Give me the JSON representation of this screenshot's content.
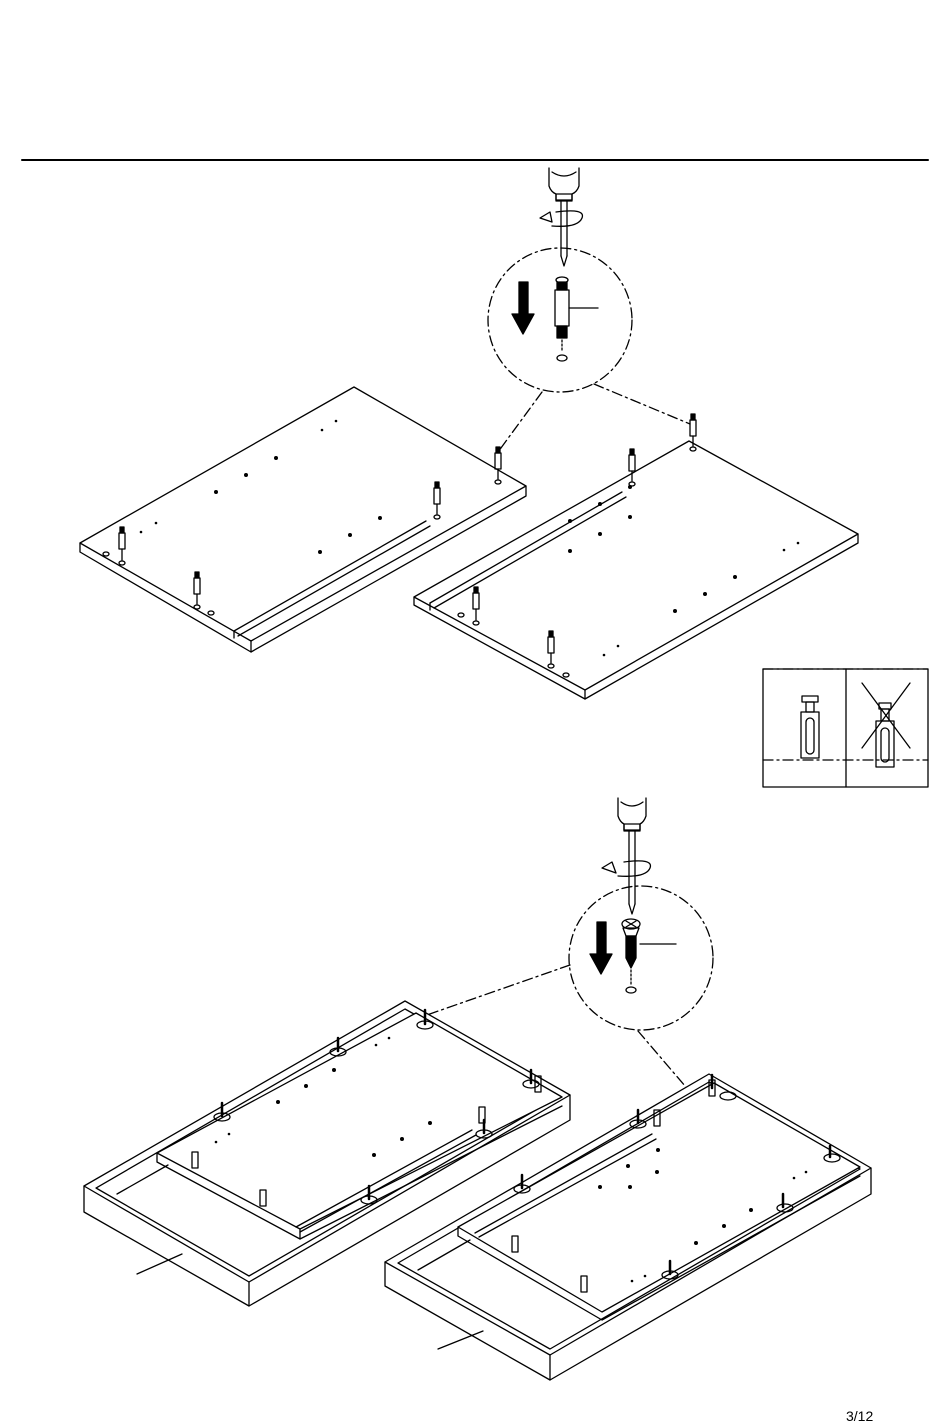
{
  "page": {
    "page_number": "3/12"
  },
  "steps": [
    {
      "name": "cam-bolt-insertion",
      "tool_icon": "screwdriver-icon",
      "callout_part": "cam-bolt-icon",
      "direction_icon": "arrow-down-icon",
      "rotation_icon": "rotate-clockwise-icon"
    },
    {
      "name": "screw-fastening",
      "tool_icon": "screwdriver-icon",
      "callout_part": "wood-screw-icon",
      "direction_icon": "arrow-down-icon",
      "rotation_icon": "rotate-clockwise-icon"
    }
  ],
  "correct_wrong_panel": {
    "correct_icon": "cam-bolt-fully-inserted-icon",
    "wrong_icon": "cam-bolt-protruding-crossed-icon"
  }
}
